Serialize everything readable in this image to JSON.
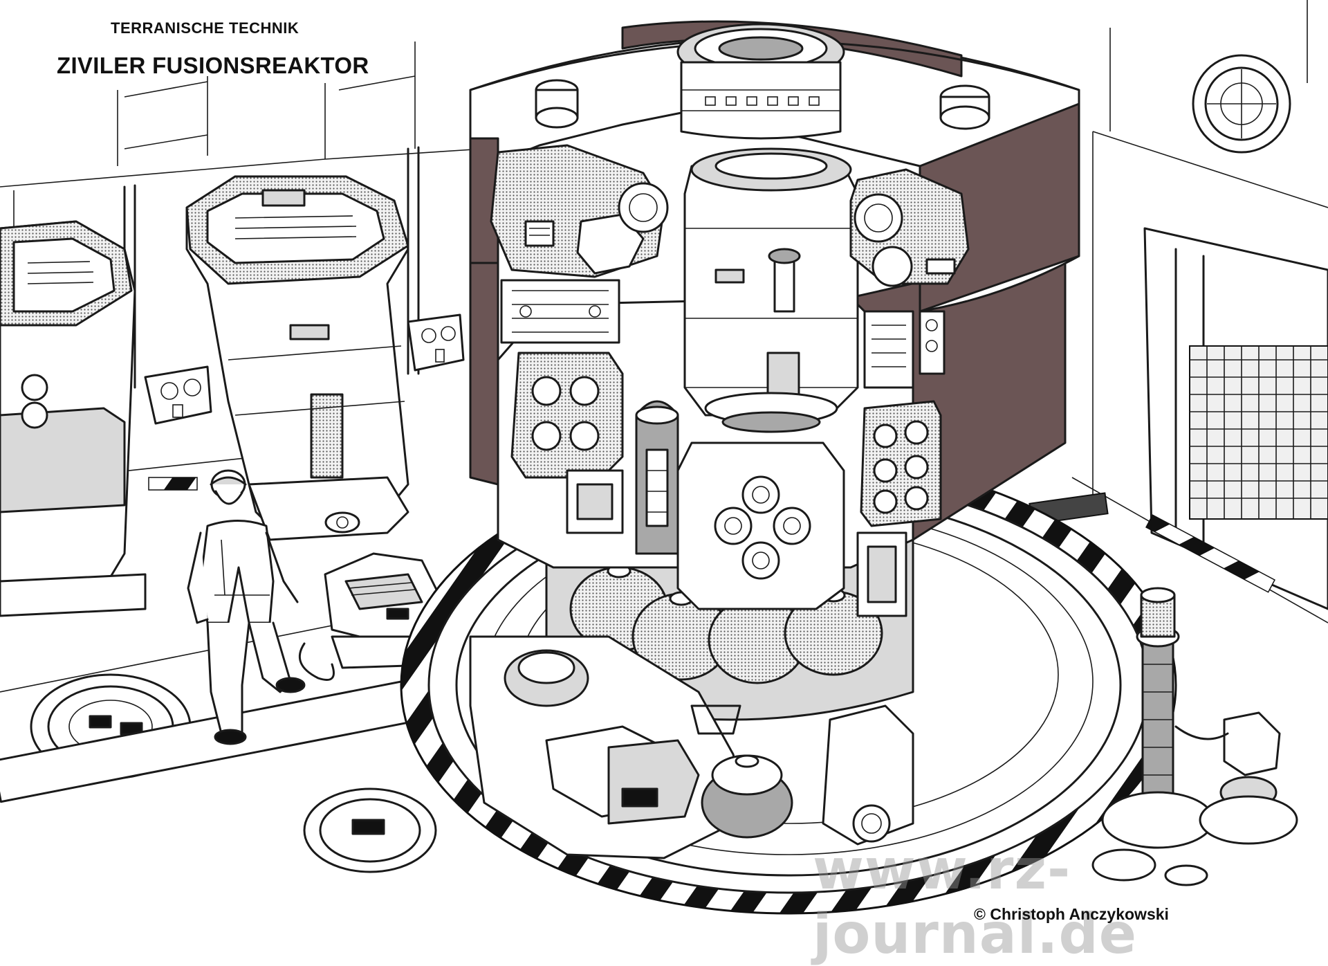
{
  "header": {
    "subtitle": "TERRANISCHE TECHNIK",
    "title": "ZIVILER FUSIONSREAKTOR"
  },
  "watermark": {
    "text": "www.rz-journal.de",
    "color": "#969696"
  },
  "footer": {
    "copyright": "© Christoph Anczykowski"
  },
  "palette": {
    "ink": "#1a1a1a",
    "reactor_band": "#6b5555",
    "shading": "#a8a8a8"
  }
}
